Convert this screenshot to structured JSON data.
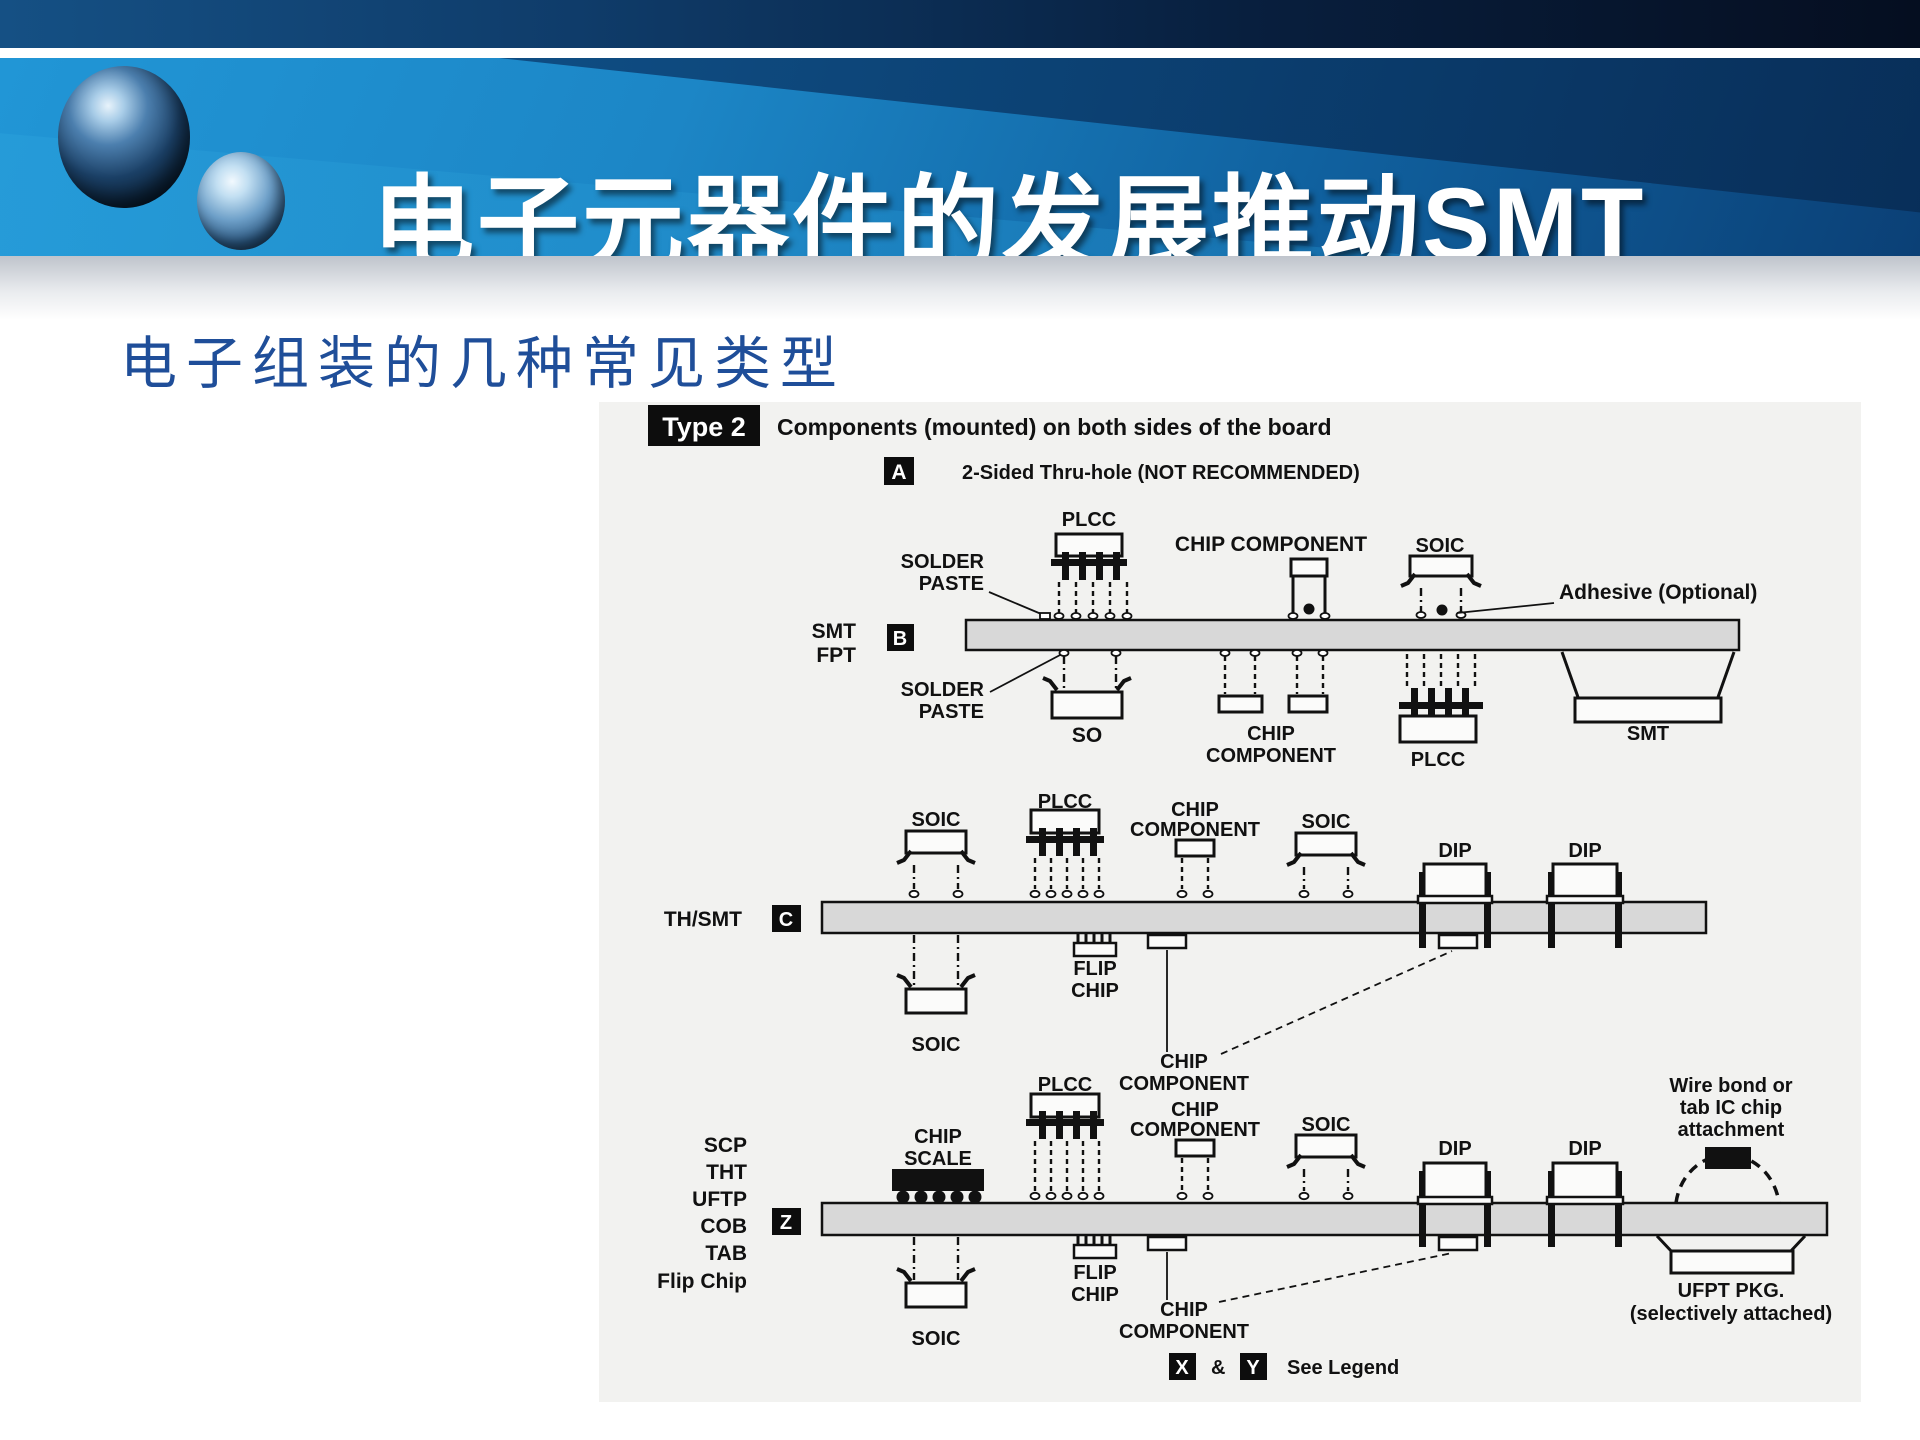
{
  "slide": {
    "title": "电子元器件的发展推动SMT",
    "subtitle": "电子组装的几种常见类型"
  },
  "colors": {
    "header_blue": "#1b86c8",
    "header_dark_navy": "#0b4076",
    "subtitle_blue": "#1f4e99",
    "panel_background": "#f2f2f0",
    "board_gray": "#d8d8d8",
    "ink": "#111111"
  },
  "diagram": {
    "type_badge": "Type 2",
    "type_title": "Components (mounted) on both sides of the board",
    "row_a": {
      "badge": "A",
      "label": "2-Sided Thru-hole (NOT RECOMMENDED)"
    },
    "board_b": {
      "side_line1": "SMT",
      "side_line2": "FPT",
      "badge": "B",
      "solder_top_line1": "SOLDER",
      "solder_top_line2": "PASTE",
      "plcc": "PLCC",
      "chip_component": "CHIP COMPONENT",
      "soic": "SOIC",
      "adhesive": "Adhesive (Optional)",
      "solder_bottom_line1": "SOLDER",
      "solder_bottom_line2": "PASTE",
      "so": "SO",
      "chip_line1": "CHIP",
      "chip_line2": "COMPONENT",
      "plcc_bottom": "PLCC",
      "smt": "SMT"
    },
    "board_c": {
      "side_label": "TH/SMT",
      "badge": "C",
      "soic_left": "SOIC",
      "plcc": "PLCC",
      "chip_line1": "CHIP",
      "chip_line2": "COMPONENT",
      "soic_right": "SOIC",
      "dip1": "DIP",
      "dip2": "DIP",
      "soic_bottom": "SOIC",
      "flip_line1": "FLIP",
      "flip_line2": "CHIP",
      "chip_bottom_line1": "CHIP",
      "chip_bottom_line2": "COMPONENT"
    },
    "board_z": {
      "badge": "Z",
      "side_labels": [
        "SCP",
        "THT",
        "UFTP",
        "COB",
        "TAB",
        "Flip Chip"
      ],
      "chip_scale_line1": "CHIP",
      "chip_scale_line2": "SCALE",
      "plcc": "PLCC",
      "chip_line1": "CHIP",
      "chip_line2": "COMPONENT",
      "soic": "SOIC",
      "dip1": "DIP",
      "dip2": "DIP",
      "wire_line1": "Wire bond or",
      "wire_line2": "tab IC chip",
      "wire_line3": "attachment",
      "soic_bottom": "SOIC",
      "flip_line1": "FLIP",
      "flip_line2": "CHIP",
      "chip_bottom_line1": "CHIP",
      "chip_bottom_line2": "COMPONENT",
      "ufpt_line1": "UFPT PKG.",
      "ufpt_line2": "(selectively attached)"
    },
    "footer": {
      "x_badge": "X",
      "amp": "&",
      "y_badge": "Y",
      "label": "See Legend"
    }
  }
}
